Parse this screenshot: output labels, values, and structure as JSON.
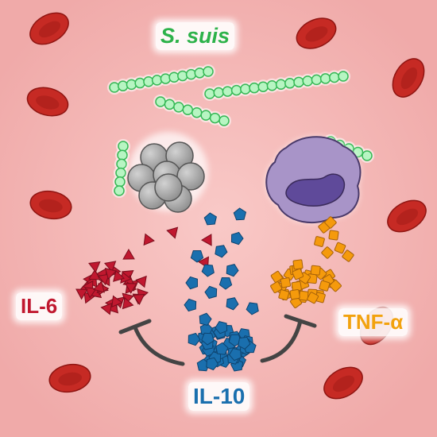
{
  "labels": {
    "bacterium": "S. suis",
    "il6": "IL-6",
    "tnf": "TNF-α",
    "il10": "IL-10"
  },
  "colors": {
    "background": "#f4b6b6",
    "rbc": "#c62a24",
    "rbc_dark": "#8f1512",
    "bacteria": "#b7f5c2",
    "bacteria_outline": "#35b955",
    "bacterium_label": "#2db24a",
    "neutrophil": "#a3a3a3",
    "macrophage": "#a894c8",
    "macrophage_nucleus": "#5f4a9a",
    "il6": "#c0182f",
    "tnf": "#f59a0c",
    "tnf_label": "#f2a20d",
    "il10": "#1a6fae",
    "inhibition": "#444444"
  },
  "icons": [
    "red-blood-cell-icon",
    "bacteria-chain-icon",
    "neutrophil-icon",
    "macrophage-icon",
    "triangle-cytokine-icon",
    "square-cytokine-icon",
    "pentagon-cytokine-icon",
    "inhibition-arrow-icon"
  ]
}
